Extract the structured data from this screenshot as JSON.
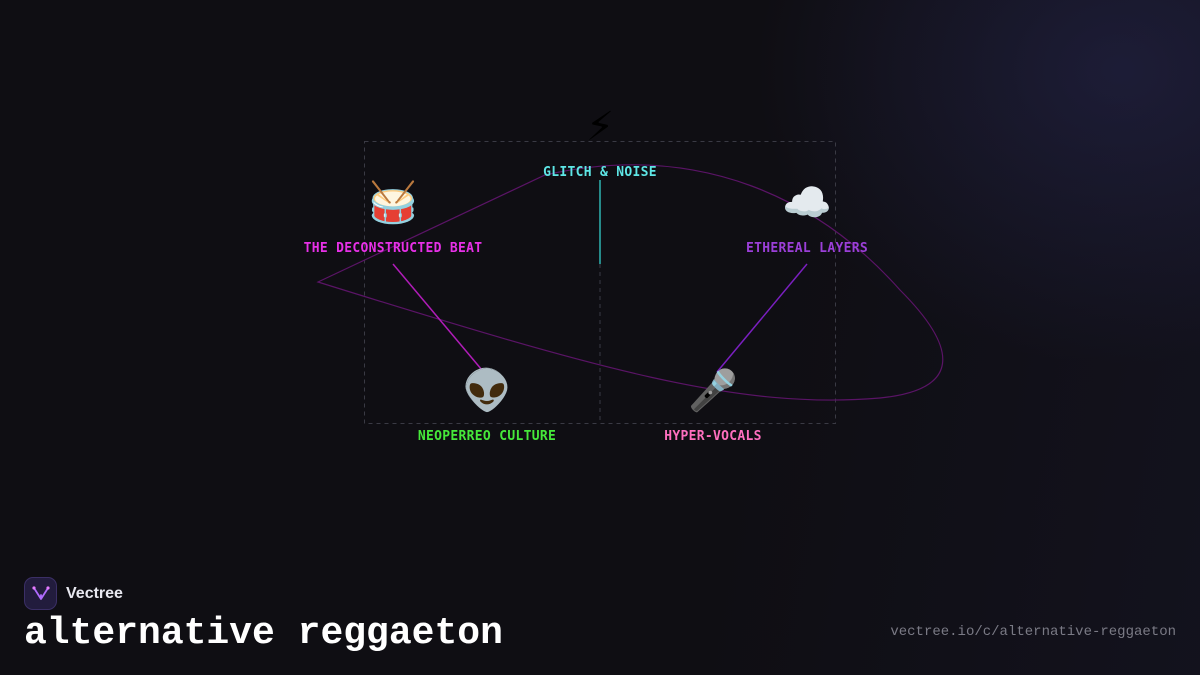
{
  "diagram": {
    "nodes": [
      {
        "id": "glitch",
        "label": "GLITCH & NOISE",
        "emoji": "⚡",
        "icon": "lightning-icon",
        "color": "#5ee6e6"
      },
      {
        "id": "beat",
        "label": "THE DECONSTRUCTED BEAT",
        "emoji": "🥁",
        "icon": "drum-icon",
        "color": "#e830e8"
      },
      {
        "id": "ethereal",
        "label": "ETHEREAL LAYERS",
        "emoji": "☁️",
        "icon": "cloud-icon",
        "color": "#9b3fd8"
      },
      {
        "id": "neoperreo",
        "label": "NEOPERREO CULTURE",
        "emoji": "👽",
        "icon": "alien-icon",
        "color": "#46e83a"
      },
      {
        "id": "vocals",
        "label": "HYPER-VOCALS",
        "emoji": "🎤",
        "icon": "microphone-icon",
        "color": "#ff6fbf"
      }
    ],
    "edges": [
      {
        "from": "glitch",
        "color": "#2fb3b3"
      },
      {
        "from": "beat",
        "to": "neoperreo",
        "color": "#b01cb8"
      },
      {
        "from": "ethereal",
        "to": "vocals",
        "color": "#7a1fc0"
      }
    ]
  },
  "brand": {
    "name": "Vectree",
    "logo": "vectree-logo-icon"
  },
  "title": "alternative reggaeton",
  "url": "vectree.io/c/alternative-reggaeton"
}
